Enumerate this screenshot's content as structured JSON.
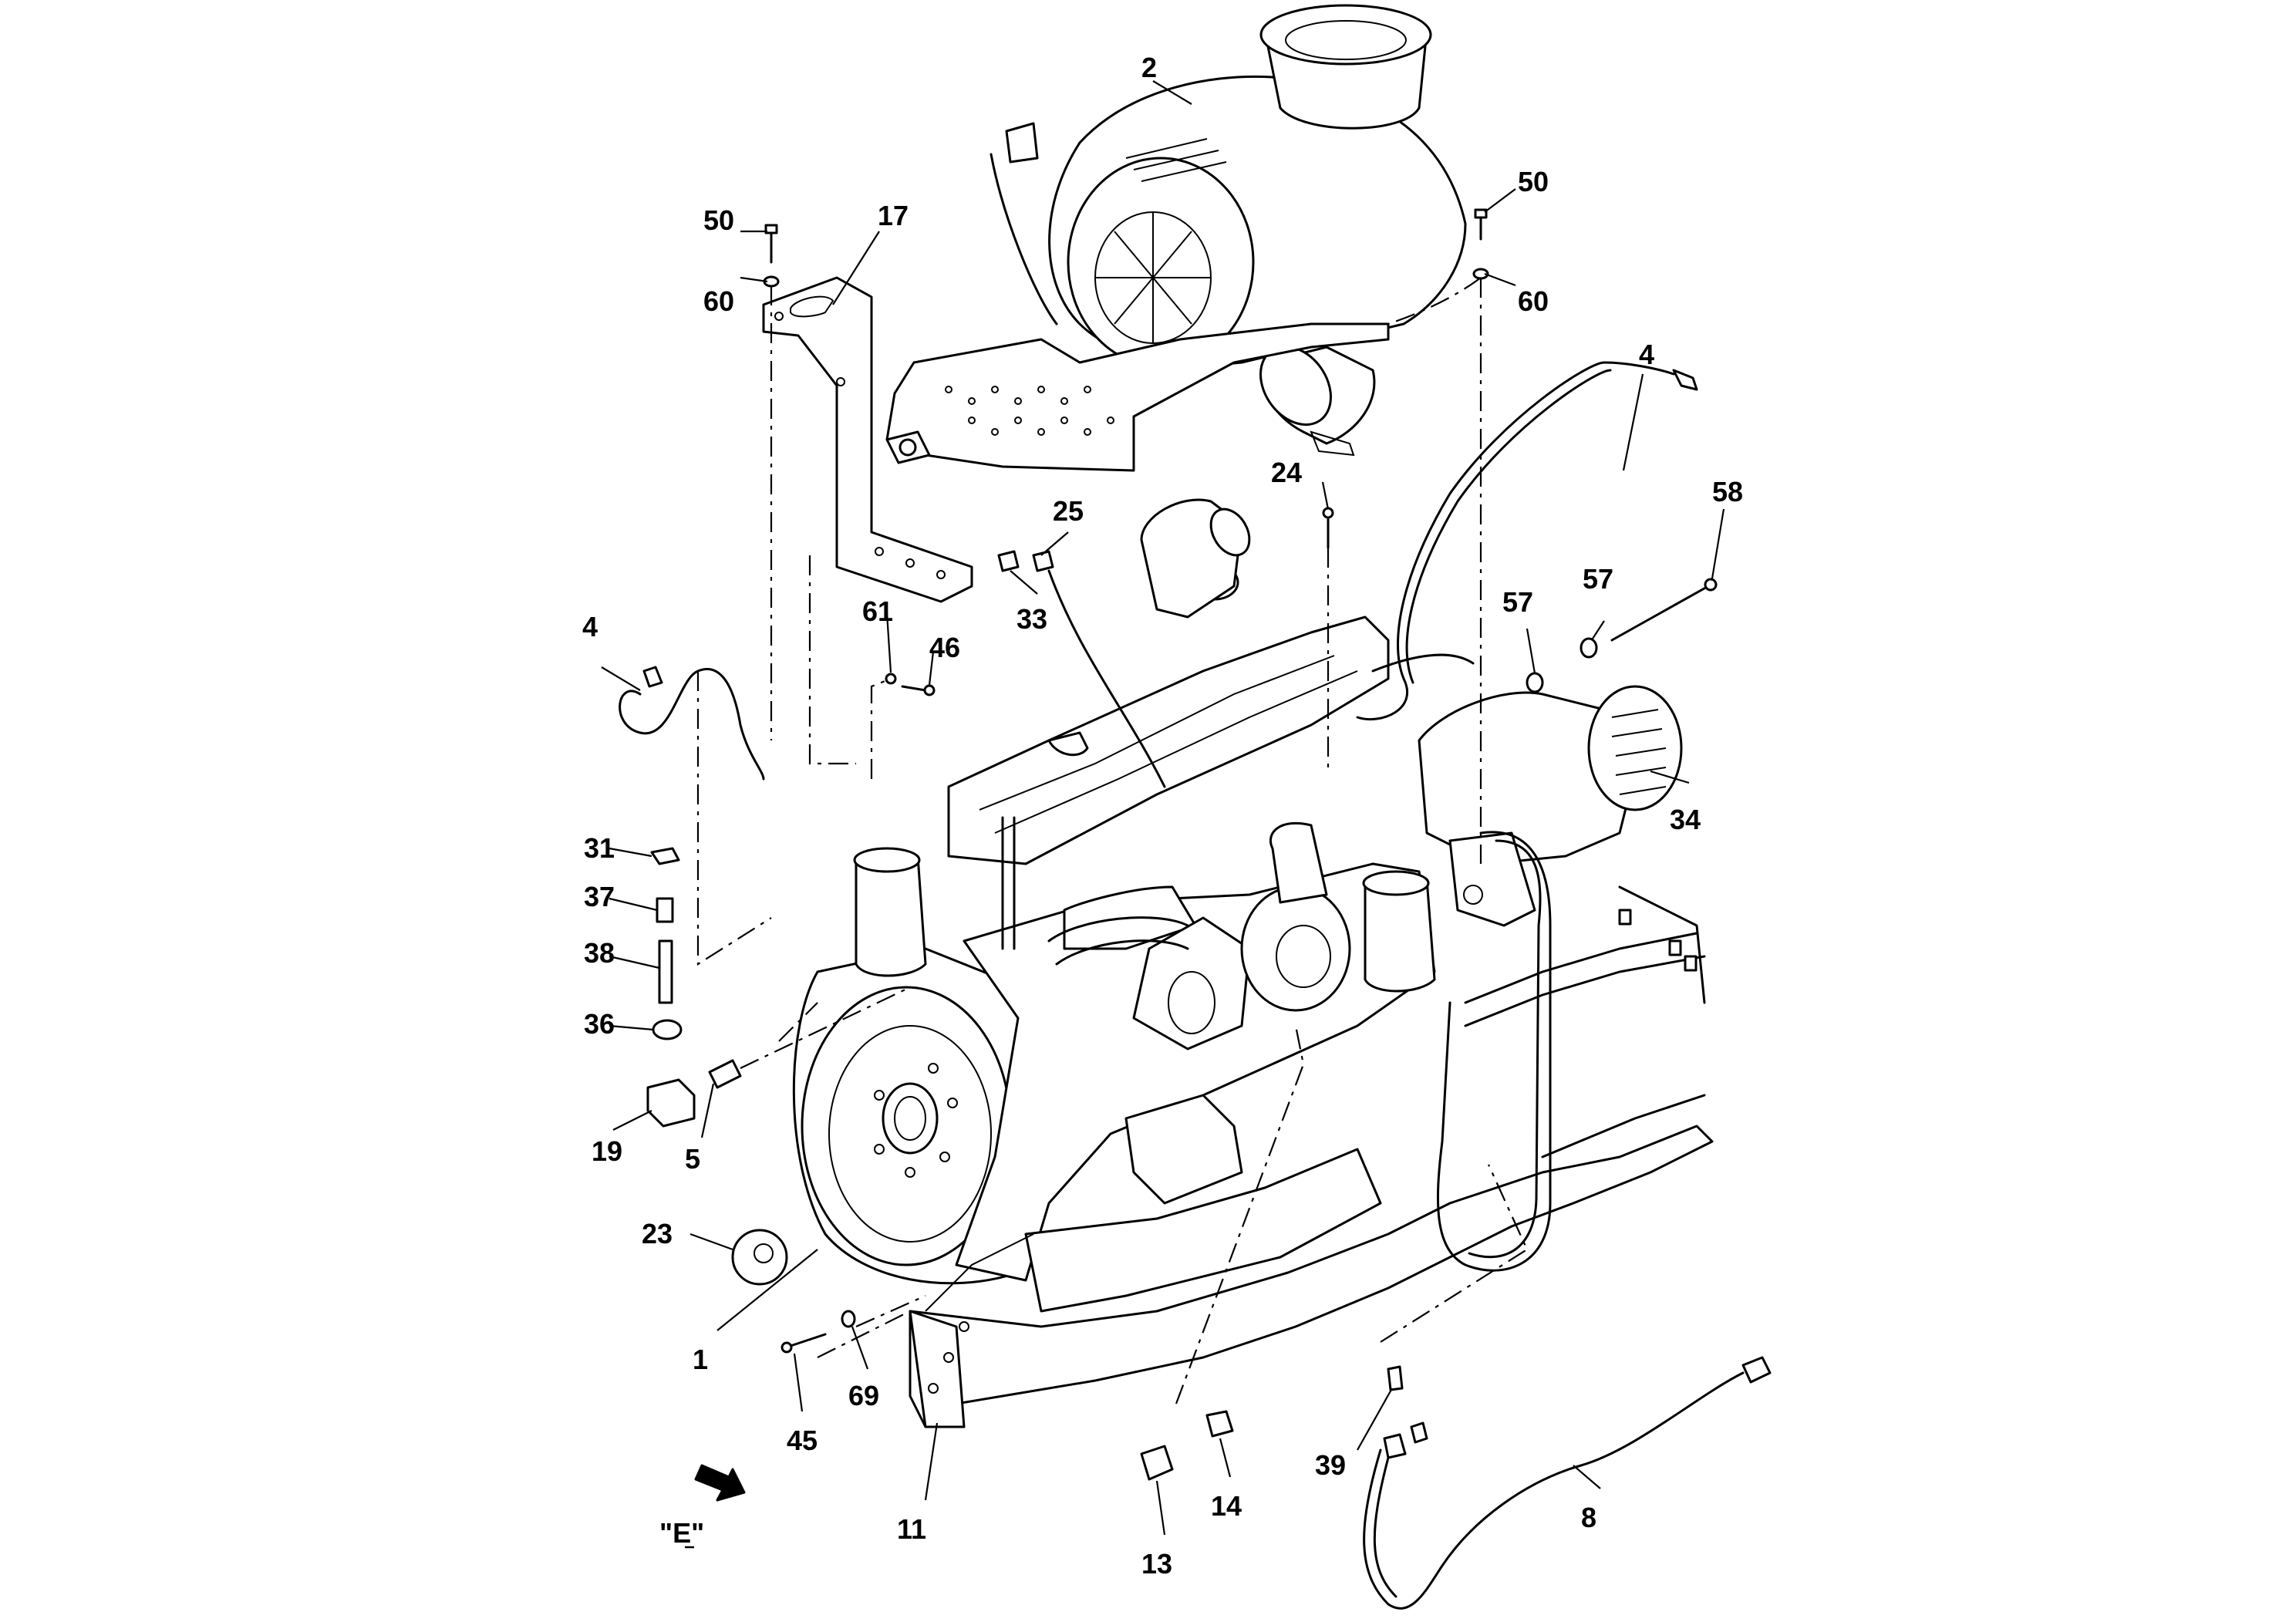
{
  "diagram": {
    "view_label": "\"E\"",
    "callouts": [
      {
        "id": "c2",
        "text": "2"
      },
      {
        "id": "c17",
        "text": "17"
      },
      {
        "id": "c50a",
        "text": "50"
      },
      {
        "id": "c60a",
        "text": "60"
      },
      {
        "id": "c50b",
        "text": "50"
      },
      {
        "id": "c60b",
        "text": "60"
      },
      {
        "id": "c4a",
        "text": "4"
      },
      {
        "id": "c58",
        "text": "58"
      },
      {
        "id": "c24",
        "text": "24"
      },
      {
        "id": "c25",
        "text": "25"
      },
      {
        "id": "c33",
        "text": "33"
      },
      {
        "id": "c61",
        "text": "61"
      },
      {
        "id": "c46",
        "text": "46"
      },
      {
        "id": "c4b",
        "text": "4"
      },
      {
        "id": "c57a",
        "text": "57"
      },
      {
        "id": "c57b",
        "text": "57"
      },
      {
        "id": "c34",
        "text": "34"
      },
      {
        "id": "c31",
        "text": "31"
      },
      {
        "id": "c37",
        "text": "37"
      },
      {
        "id": "c38",
        "text": "38"
      },
      {
        "id": "c36",
        "text": "36"
      },
      {
        "id": "c19",
        "text": "19"
      },
      {
        "id": "c5",
        "text": "5"
      },
      {
        "id": "c23",
        "text": "23"
      },
      {
        "id": "c1",
        "text": "1"
      },
      {
        "id": "c69",
        "text": "69"
      },
      {
        "id": "c45",
        "text": "45"
      },
      {
        "id": "c11",
        "text": "11"
      },
      {
        "id": "c13",
        "text": "13"
      },
      {
        "id": "c14",
        "text": "14"
      },
      {
        "id": "c39",
        "text": "39"
      },
      {
        "id": "c8",
        "text": "8"
      }
    ]
  }
}
